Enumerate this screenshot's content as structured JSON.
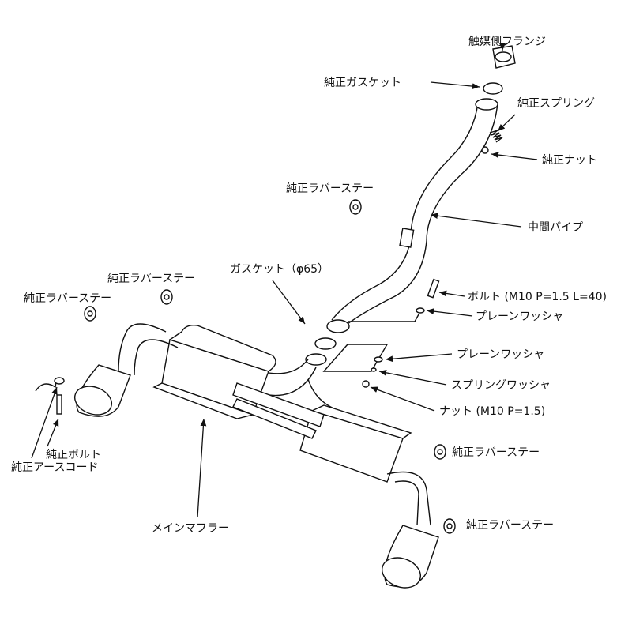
{
  "title": "Exhaust system exploded diagram",
  "labels": {
    "catalyst_flange": "触媒側フランジ",
    "oem_gasket": "純正ガスケット",
    "oem_spring": "純正スプリング",
    "oem_nut": "純正ナット",
    "oem_rubber_stay_top": "純正ラバーステー",
    "mid_pipe": "中間パイプ",
    "gasket_65": "ガスケット（φ65）",
    "oem_rubber_stay_left1": "純正ラバーステー",
    "oem_rubber_stay_left2": "純正ラバーステー",
    "bolt": "ボルト (M10 P=1.5 L=40)",
    "plain_washer_1": "プレーンワッシャ",
    "plain_washer_2": "プレーンワッシャ",
    "spring_washer": "スプリングワッシャ",
    "nut": "ナット (M10 P=1.5)",
    "oem_bolt": "純正ボルト",
    "oem_earth_cord": "純正アースコード",
    "oem_rubber_stay_right1": "純正ラバーステー",
    "main_muffler": "メインマフラー",
    "oem_rubber_stay_right2": "純正ラバーステー"
  }
}
